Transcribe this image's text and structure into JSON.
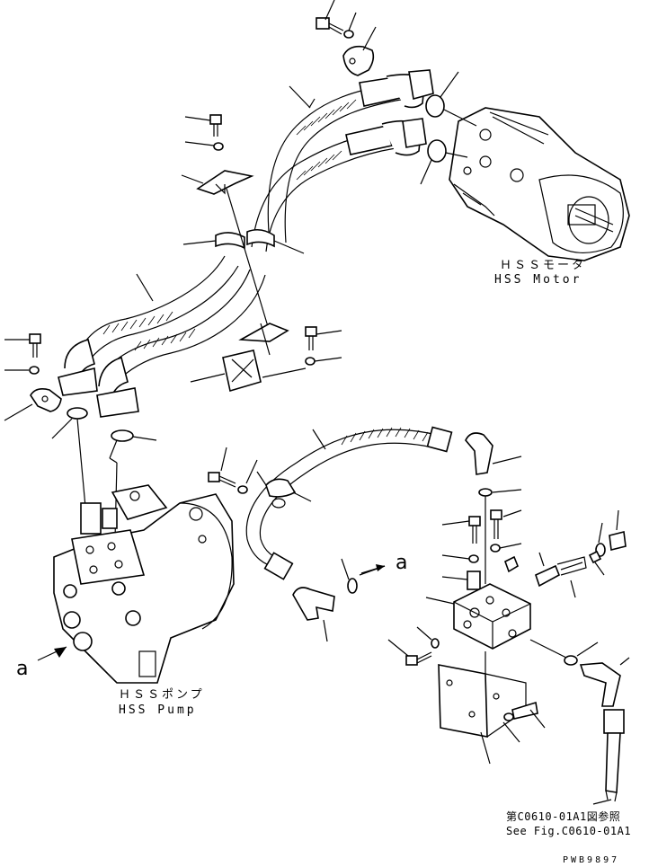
{
  "labels": {
    "motor_jp": "ＨＳＳモータ",
    "motor_en": "HSS Motor",
    "pump_jp": "ＨＳＳポンプ",
    "pump_en": "HSS Pump",
    "ref_jp": "第C0610-01A1図参照",
    "ref_en": "See Fig.C0610-01A1",
    "drawing_code": "PWB9897"
  },
  "callouts": {
    "view_mark_pump": "a",
    "view_mark_valve": "a"
  }
}
